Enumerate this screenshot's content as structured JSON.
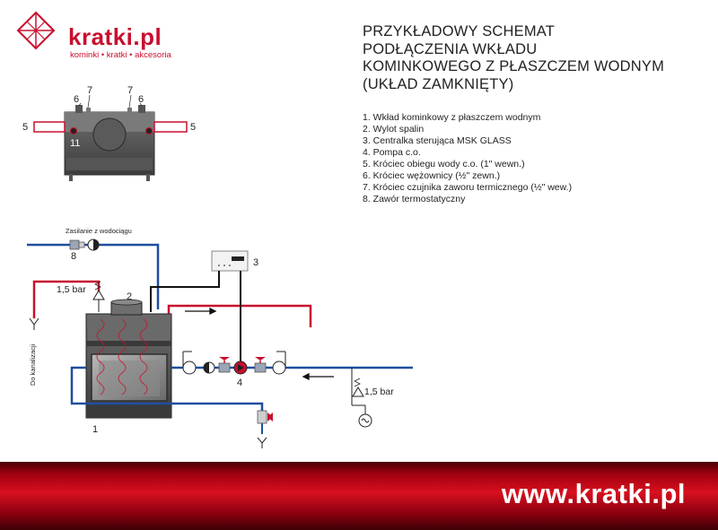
{
  "logo": {
    "name": "kratki.pl",
    "tagline": "kominki • kratki • akcesoria"
  },
  "title": {
    "lines": [
      "PRZYKŁADOWY SCHEMAT",
      "PODŁĄCZENIA WKŁADU",
      "KOMINKOWEGO Z PŁASZCZEM WODNYM",
      "(UKŁAD ZAMKNIĘTY)"
    ]
  },
  "legend": [
    "1. Wkład kominkowy z płaszczem wodnym",
    "2. Wylot spalin",
    "3. Centralka sterująca MSK GLASS",
    "4. Pompa c.o.",
    "5. Króciec obiegu wody c.o. (1\" wewn.)",
    "6. Króciec wężownicy (½\" zewn.)",
    "7. Króciec czujnika zaworu termicznego (½\" wew.)",
    "8. Zawór termostatyczny"
  ],
  "top_view": {
    "labels": {
      "left_5": "5",
      "right_5": "5",
      "left_6": "6",
      "left_7": "7",
      "right_7": "7",
      "right_6": "6",
      "center_11": "11"
    }
  },
  "schematic": {
    "supply_label": "Zasilanie z wodociągu",
    "drain_label": "Do kanalizacji",
    "pressure_top": "1,5 bar",
    "pressure_right": "1,5 bar",
    "numbers": {
      "n1": "1",
      "n2": "2",
      "n3": "3",
      "n4": "4",
      "n8": "8"
    }
  },
  "colors": {
    "hot": "#c8102e",
    "cold": "#1f4e9e",
    "control": "#111111",
    "brand": "#c8102e"
  },
  "footer": {
    "url": "www.kratki.pl"
  }
}
